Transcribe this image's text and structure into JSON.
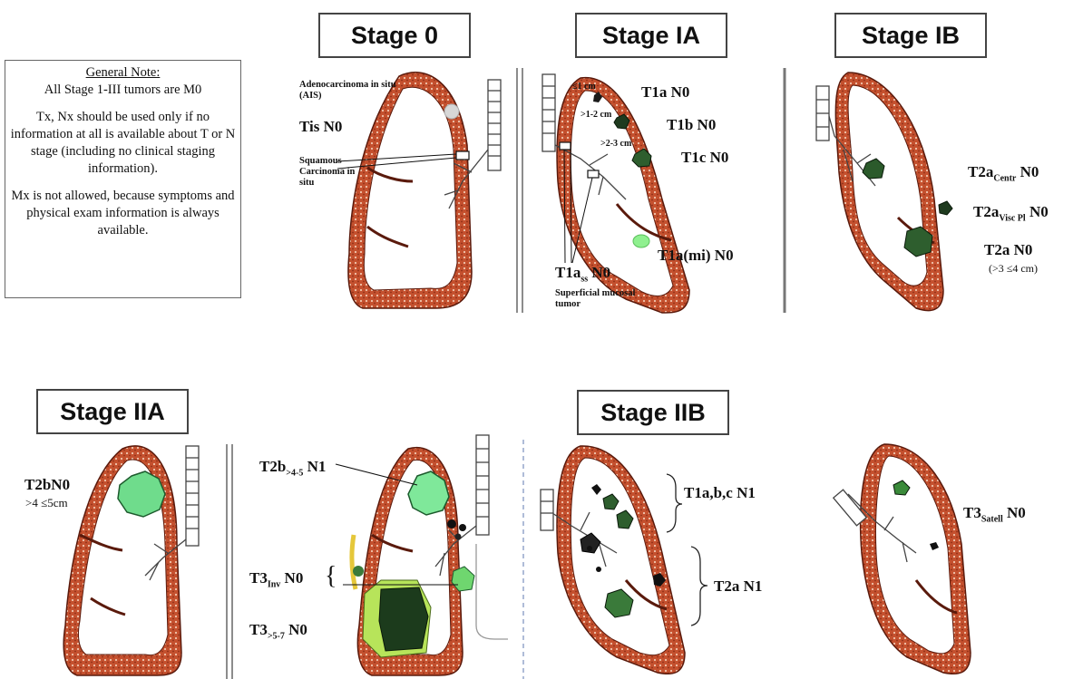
{
  "stages": {
    "s0": "Stage 0",
    "s1a": "Stage IA",
    "s1b": "Stage IB",
    "s2a": "Stage IIA",
    "s2b": "Stage IIB"
  },
  "note": {
    "heading": "General Note:",
    "line1": "All Stage 1-III tumors are M0",
    "para2": "Tx, Nx should be used only if no information at all is available about T or N stage (including no clinical staging information).",
    "para3": "Mx is not allowed, because symptoms and physical exam information is always available."
  },
  "labels": {
    "ais": "Adenocarcinoma in situ (AIS)",
    "tis": "Tis N0",
    "squamous": "Squamous Carcinoma in situ",
    "le1": "≤1 cm",
    "gt12": ">1-2 cm",
    "gt23": ">2-3 cm",
    "t1a": "T1a N0",
    "t1b": "T1b N0",
    "t1c": "T1c N0",
    "t1ami": "T1a(mi) N0",
    "t1ass_main": "T1a",
    "t1ass_sub": "ss",
    "t1ass_tail": " N0",
    "superficial": "Superficial mucosal tumor",
    "t2acentr_main": "T2a",
    "t2acentr_sub": "Centr",
    "t2acentr_tail": " N0",
    "t2avisc_main": "T2a",
    "t2avisc_sub": "Visc Pl",
    "t2avisc_tail": " N0",
    "t2a": "T2a N0",
    "t2a_size": "(>3 ≤4 cm)",
    "t2bn0": "T2bN0",
    "t2bn0_size": ">4 ≤5cm",
    "t2bn1_main": "T2b",
    "t2bn1_sub": ">4-5",
    "t2bn1_tail": " N1",
    "t3inv_main": "T3",
    "t3inv_sub": "Inv",
    "t3inv_tail": " N0",
    "t3size_main": "T3",
    "t3size_sub": ">5-7",
    "t3size_tail": " N0",
    "t1abc": "T1a,b,c N1",
    "t2an1": "T2a N1",
    "t3sat_main": "T3",
    "t3sat_sub": "Satell",
    "t3sat_tail": " N0"
  }
}
